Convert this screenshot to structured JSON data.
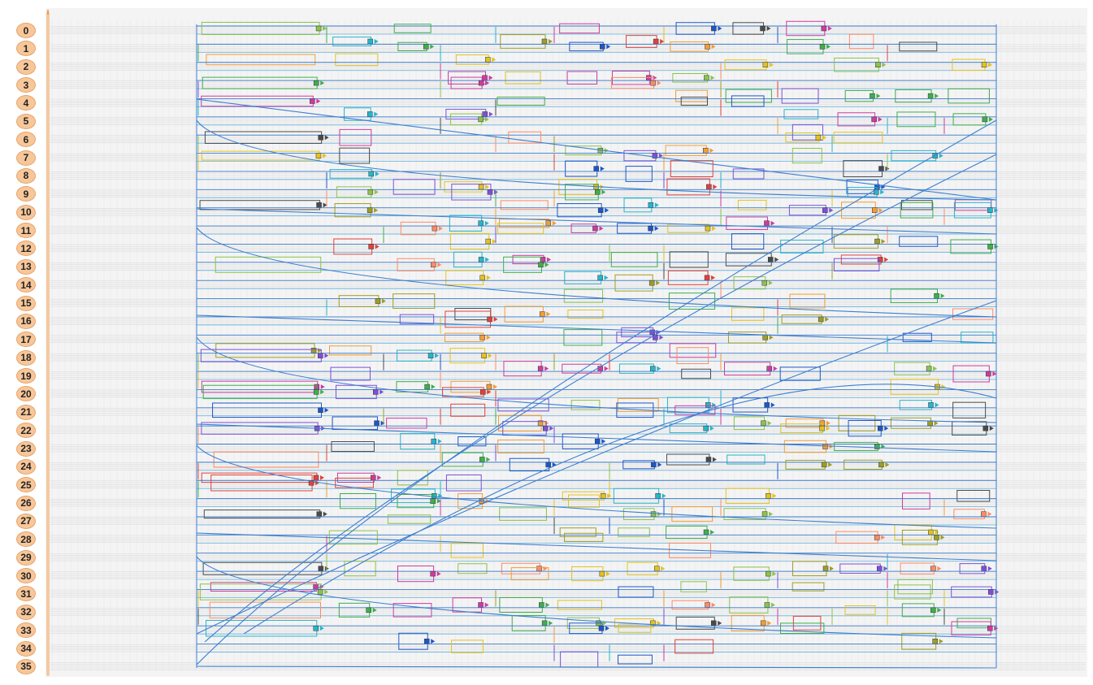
{
  "row_labels": [
    "0",
    "1",
    "2",
    "3",
    "4",
    "5",
    "6",
    "7",
    "8",
    "9",
    "10",
    "11",
    "12",
    "13",
    "14",
    "15",
    "16",
    "17",
    "18",
    "19",
    "20",
    "21",
    "22",
    "23",
    "24",
    "25",
    "26",
    "27",
    "28",
    "29",
    "30",
    "31",
    "32",
    "33",
    "34",
    "35"
  ],
  "colors": {
    "background": "#f4f4f4",
    "label_fill": "#f7c79a",
    "label_border": "#e6a36b",
    "route_blue": "#3b7fd1",
    "palette": [
      "#e2403a",
      "#3fae4a",
      "#f39c34",
      "#7d4fd8",
      "#26b5c9",
      "#cf3aa0",
      "#8bc34a",
      "#e4c21d",
      "#4a4a4a",
      "#1e56c8",
      "#ff8a65",
      "#9e9d24"
    ]
  }
}
